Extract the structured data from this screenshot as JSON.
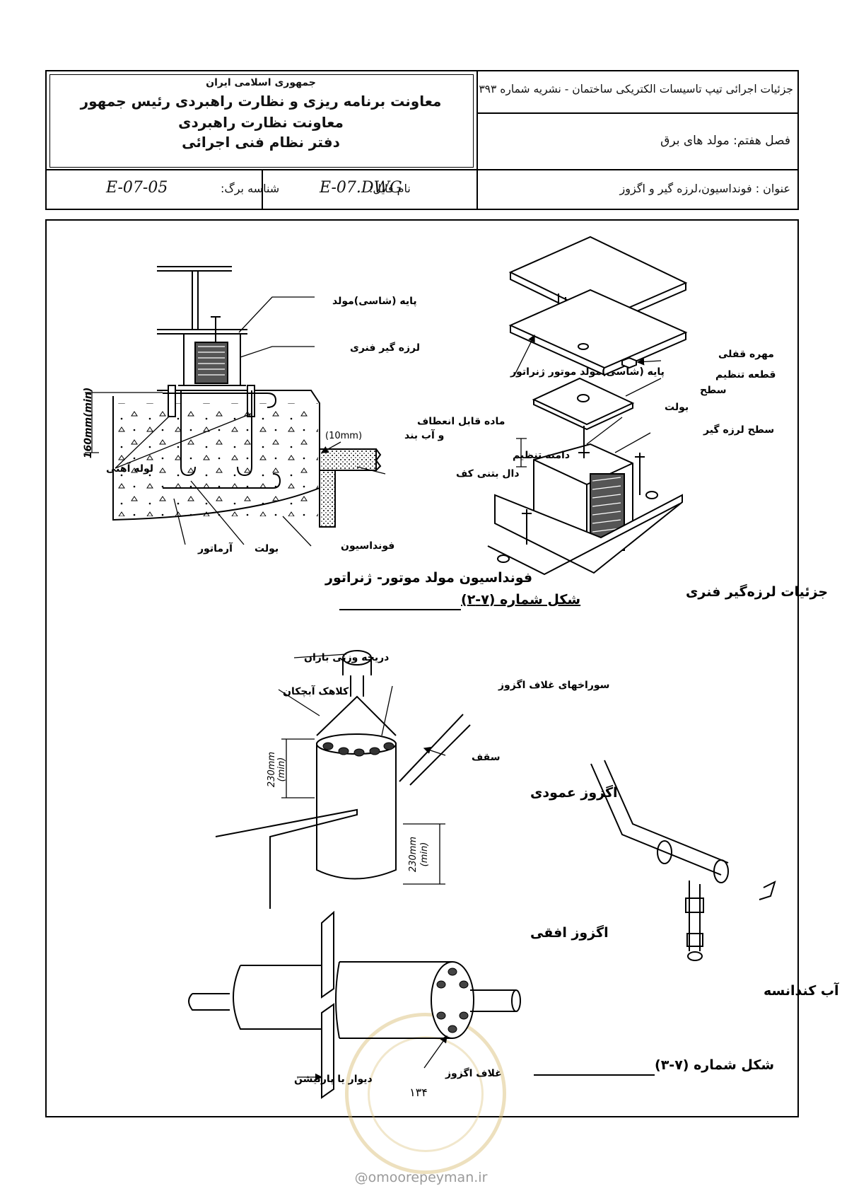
{
  "header": {
    "org_line1": "جمهوری اسلامی ایران",
    "org_line2": "معاونت برنامه ریزی و نظارت راهبردی رئیس جمهور",
    "org_line3": "معاونت نظارت راهبردی",
    "org_line4": "دفتر نظام فنی اجرائی",
    "publication": "جزئیات اجرائی تیپ تاسیسات الکتریکی ساختمان - نشریه شماره ۳۹۳",
    "chapter": "فصل هفتم:   مولد های برق",
    "sheet_label": "شناسه برگ:",
    "sheet_id": "E-07-05",
    "file_label": "نام فایل:",
    "file_name": "E-07.DWG",
    "title_label": "عنوان :",
    "title_value": "فونداسیون،لرزه گیر و اگزوز"
  },
  "fig2": {
    "title": "شکل شماره (۷-۲)",
    "foundation_caption": "فونداسیون مولد موتور- ژنراتور",
    "isolator_caption": "جزئیات لرزه‌گیر فنری",
    "labels": {
      "base": "پایه (شاسی)مولد",
      "spring_isolator": "لرزه گیر فنری",
      "flexible": "ماده قابل انعطاف",
      "waterproof": "و آب بند",
      "gap": "(10mm)",
      "dim160": "160mm(min)",
      "pipe": "لوله آهنی",
      "slab": "دال بتنی کف",
      "rebar": "آرماتور",
      "bolt": "بولت",
      "foundation": "فونداسیون",
      "genset_base": "پایه (شاسی)مولد موتور ژنراتور",
      "lock_nut": "مهره قفلی",
      "level_plate": "قطعه تنظیم",
      "level_plate2": "سطح",
      "bolt2": "بولت",
      "isolator_surface": "سطح لرزه گیر",
      "adjust_range": "دامنه تنظیم"
    }
  },
  "fig3": {
    "title": "شکل شماره (۷-۳)",
    "vertical_exhaust": "اگزوز عمودی",
    "horizontal_exhaust": "اگزوز افقی",
    "condensate_trap": "تله آب کندانسه",
    "labels": {
      "rain_damper": "دریچه وزنی باران",
      "rain_cap": "کلاهک آبچکان",
      "sleeve_holes": "سوراخهای غلاف اگزوز",
      "roof": "سقف",
      "dim_a": "230mm",
      "dim_a_min": "(min)",
      "dim_b": "230mm",
      "dim_b_min": "(min)",
      "wall": "دیوار یا پارتیشن",
      "sleeve": "غلاف اگزوز"
    }
  },
  "page_number": "۱۳۴",
  "footer_site": "@omoorepeyman.ir"
}
